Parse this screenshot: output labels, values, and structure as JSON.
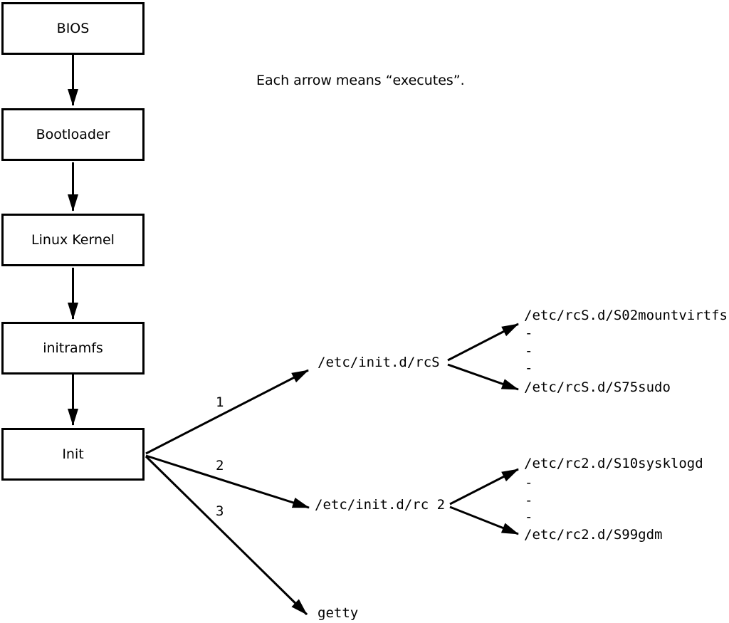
{
  "note": "Each arrow means “executes”.",
  "diagram": {
    "boxes": [
      {
        "label": "BIOS"
      },
      {
        "label": "Bootloader"
      },
      {
        "label": "Linux Kernel"
      },
      {
        "label": "initramfs"
      },
      {
        "label": "Init"
      }
    ],
    "edge_labels": [
      "1",
      "2",
      "3"
    ],
    "level2": {
      "rcS": "/etc/init.d/rcS",
      "rc2": "/etc/init.d/rc 2",
      "getty": "getty"
    },
    "level3": {
      "rcS_first": "/etc/rcS.d/S02mountvirtfs",
      "rcS_last": "/etc/rcS.d/S75sudo",
      "rc2_first": "/etc/rc2.d/S10sysklogd",
      "rc2_last": "/etc/rc2.d/S99gdm",
      "ellipsis_dash": "-"
    },
    "colors": {
      "line": "#000000",
      "background": "#ffffff",
      "text": "#000000"
    }
  }
}
